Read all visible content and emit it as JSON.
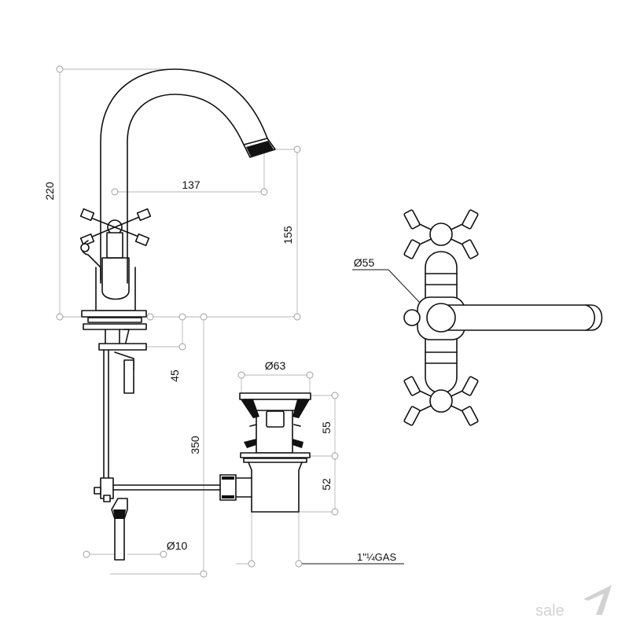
{
  "dimensions": {
    "height_220": "220",
    "reach_137": "137",
    "spout_height_155": "155",
    "rosette_diameter": "Ø55",
    "base_45": "45",
    "waste_diameter": "Ø63",
    "waste_55": "55",
    "waste_52": "52",
    "rod_350": "350",
    "hose_diameter": "Ø10"
  },
  "notes": {
    "waste_thread": "1\"¼GAS"
  },
  "branding": {
    "logo": "sale"
  },
  "colors": {
    "line": "#111111",
    "dimension_line": "#b7b7b7",
    "logo": "#d2d2d2"
  }
}
